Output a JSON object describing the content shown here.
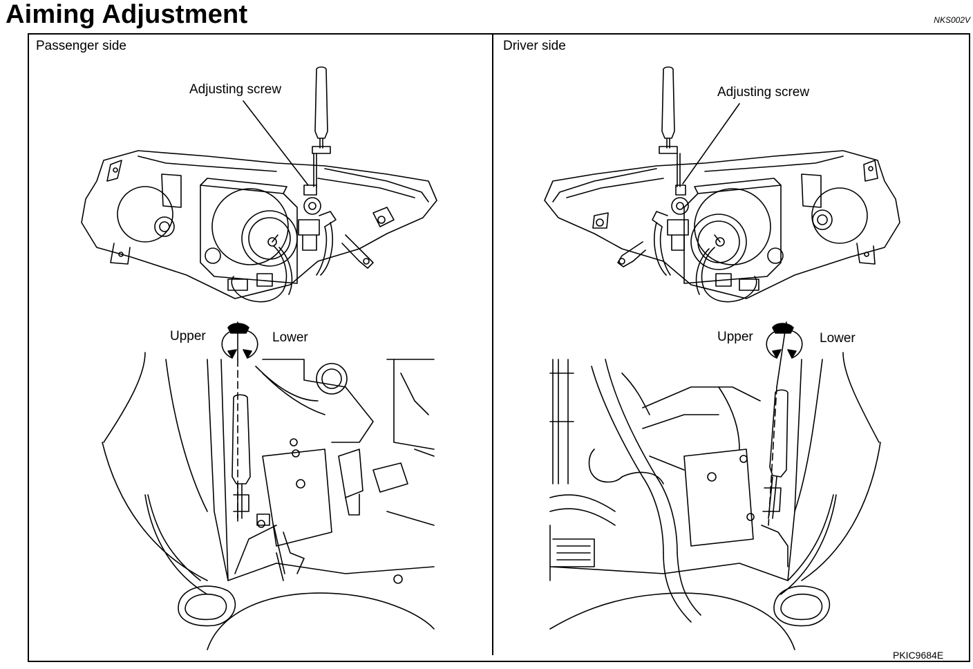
{
  "header": {
    "title": "Aiming Adjustment",
    "doc_code": "NKS002V"
  },
  "panels": [
    {
      "label": "Passenger side",
      "callout": "Adjusting screw",
      "upper": "Upper",
      "lower": "Lower"
    },
    {
      "label": "Driver side",
      "callout": "Adjusting screw",
      "upper": "Upper",
      "lower": "Lower"
    }
  ],
  "figure_code": "PKIC9684E"
}
